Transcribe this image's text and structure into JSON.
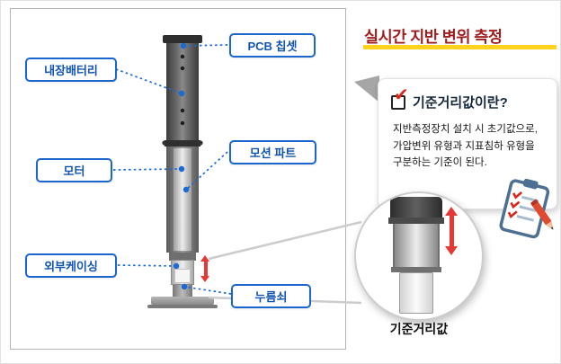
{
  "device_panel": {
    "labels": {
      "battery": "내장배터리",
      "pcb_chipset": "PCB 칩셋",
      "motor": "모터",
      "motion_part": "모션 파트",
      "outer_casing": "외부케이싱",
      "presser": "누름쇠"
    }
  },
  "info": {
    "title": "실시간 지반 변위 측정",
    "card": {
      "heading": "기준거리값이란?",
      "line1": "지반측정장치 설치 시 초기값으로,",
      "line2": "가압변위 유형과 지표침하 유형을",
      "line3": "구분하는 기준이 된다."
    },
    "zoom_caption": "기준거리값"
  },
  "icons": {
    "checkbox_check_glyph": "✔",
    "checkbox_icon": "red-checkbox",
    "clipboard_icon": "clipboard-checklist-with-pencil",
    "arrow_icon": "vertical-double-arrow"
  },
  "colors": {
    "label_blue": "#1a66cc",
    "label_text_blue": "#1154b0",
    "title_red": "#9e1c1c",
    "underline_yellow": "#ffd21e",
    "arrow_red": "#e43a35",
    "connector_blue": "#1a6ad4"
  }
}
